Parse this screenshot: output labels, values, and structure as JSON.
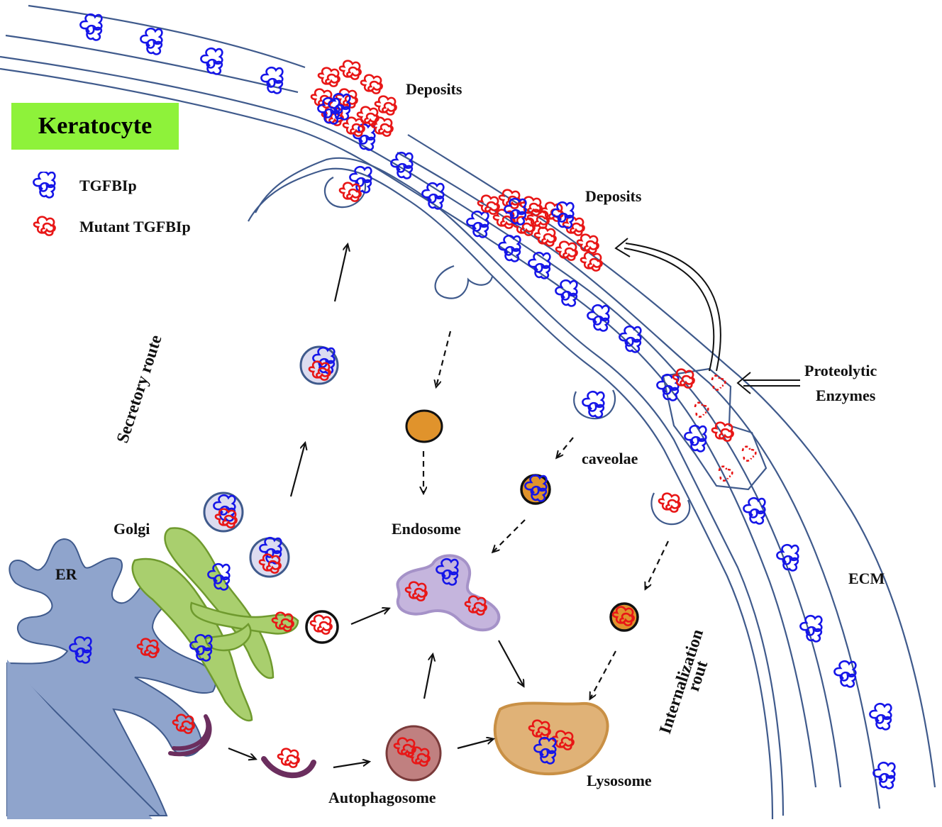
{
  "title": "Keratocyte",
  "legend": [
    {
      "label": "TGFBIp",
      "color": "#1515e8"
    },
    {
      "label": "Mutant TGFBIp",
      "color": "#e81616"
    }
  ],
  "labels": {
    "deposits_top": "Deposits",
    "deposits_mid": "Deposits",
    "proteolytic_line1": "Proteolytic",
    "proteolytic_line2": "Enzymes",
    "caveolae": "caveolae",
    "ecm": "ECM",
    "secretory_route": "Secretory route",
    "golgi": "Golgi",
    "er": "ER",
    "endosome": "Endosome",
    "autophagosome": "Autophagosome",
    "lysosome": "Lysosome",
    "internalization_line1": "Internalization",
    "internalization_line2": "rout"
  },
  "colors": {
    "membrane": "#3f5a8c",
    "er_fill": "#8fa4cc",
    "golgi_fill": "#a9cf6e",
    "golgi_stroke": "#6f9a2e",
    "vesicle_orange": "#e0932c",
    "endosome_fill": "#c5b5dd",
    "lysosome_fill": "#e0b277",
    "autophagosome_fill": "#c08080",
    "highlight_green": "#8ef23a"
  }
}
